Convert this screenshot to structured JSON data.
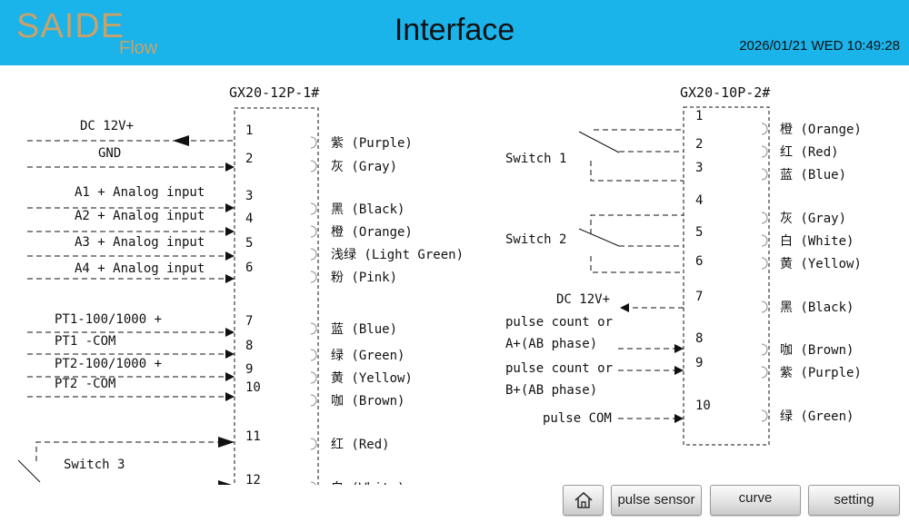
{
  "header": {
    "logo_main": "SAIDE",
    "logo_sub": "Flow",
    "title": "Interface",
    "datetime": "2026/01/21 WED 10:49:28",
    "background_color": "#1ab3ea"
  },
  "connector_left": {
    "title": "GX20-12P-1#",
    "pins": [
      {
        "num": "1",
        "color": "紫 (Purple)",
        "signal": "DC 12V+"
      },
      {
        "num": "2",
        "color": "灰 (Gray)",
        "signal": "GND"
      },
      {
        "num": "3",
        "color": "黑 (Black)",
        "signal": "A1 + Analog input"
      },
      {
        "num": "4",
        "color": "橙 (Orange)",
        "signal": "A2 + Analog input"
      },
      {
        "num": "5",
        "color": "浅绿 (Light Green)",
        "signal": "A3 + Analog input"
      },
      {
        "num": "6",
        "color": "粉 (Pink)",
        "signal": "A4 + Analog input"
      },
      {
        "num": "7",
        "color": "蓝 (Blue)",
        "signal": "PT1-100/1000 +"
      },
      {
        "num": "8",
        "color": "绿 (Green)",
        "signal": "PT1 -COM"
      },
      {
        "num": "9",
        "color": "黄 (Yellow)",
        "signal": "PT2-100/1000 +"
      },
      {
        "num": "10",
        "color": "咖 (Brown)",
        "signal": "PT2 -COM"
      },
      {
        "num": "11",
        "color": "红 (Red)",
        "signal": ""
      },
      {
        "num": "12",
        "color": "白 (White)",
        "signal": ""
      }
    ],
    "switch_label": "Switch 3"
  },
  "connector_right": {
    "title": "GX20-10P-2#",
    "pins": [
      {
        "num": "1",
        "color": "橙 (Orange)"
      },
      {
        "num": "2",
        "color": "红 (Red)"
      },
      {
        "num": "3",
        "color": "蓝 (Blue)"
      },
      {
        "num": "4",
        "color": "灰 (Gray)"
      },
      {
        "num": "5",
        "color": "白 (White)"
      },
      {
        "num": "6",
        "color": "黄 (Yellow)"
      },
      {
        "num": "7",
        "color": "黑 (Black)"
      },
      {
        "num": "8",
        "color": "咖 (Brown)"
      },
      {
        "num": "9",
        "color": "紫 (Purple)"
      },
      {
        "num": "10",
        "color": "绿 (Green)"
      }
    ],
    "switch1_label": "Switch 1",
    "switch2_label": "Switch 2",
    "signals": {
      "dc": "DC 12V+",
      "pc1_line1": "pulse count or",
      "pc1_line2": "A+(AB phase)",
      "pc2_line1": "pulse count or",
      "pc2_line2": "B+(AB phase)",
      "com": "pulse COM"
    }
  },
  "toolbar": {
    "home_icon": "home-icon",
    "pulse_sensor": "pulse sensor",
    "curve": "curve",
    "setting": "setting"
  }
}
